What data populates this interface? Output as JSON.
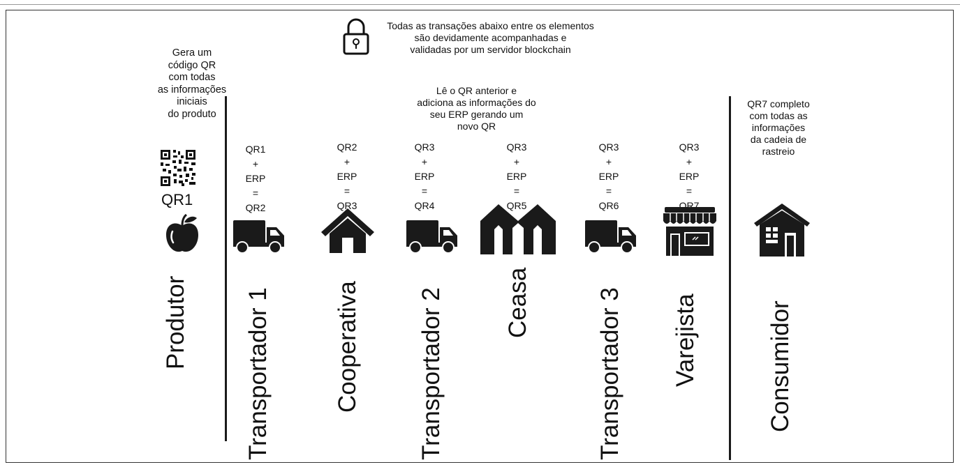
{
  "header_note": {
    "icon": "lock-icon",
    "lines": [
      "Todas as transações abaixo entre os elementos",
      "são devidamente acompanhadas e",
      "validadas por um servidor blockchain"
    ]
  },
  "producer_note": [
    "Gera um",
    "código QR",
    "com todas",
    "as informações",
    "iniciais",
    "do produto"
  ],
  "middle_note": [
    "Lê o QR  anterior e",
    "adiciona as informações do",
    "seu ERP gerando um",
    "novo QR"
  ],
  "consumer_note": [
    "QR7 completo",
    "com todas as",
    "informações",
    "da cadeia de",
    "rastreio"
  ],
  "qr_label": "QR1",
  "actors": [
    {
      "key": "produtor",
      "label": "Produtor",
      "icon": "apple-icon"
    },
    {
      "key": "transportador1",
      "label": "Transportador 1",
      "icon": "truck-icon",
      "formula": [
        "QR1",
        "+",
        "ERP",
        "=",
        "QR2"
      ]
    },
    {
      "key": "cooperativa",
      "label": "Cooperativa",
      "icon": "house-icon",
      "formula": [
        "QR2",
        "+",
        "ERP",
        "=",
        "QR3"
      ]
    },
    {
      "key": "transportador2",
      "label": "Transportador 2",
      "icon": "truck-icon",
      "formula": [
        "QR3",
        "+",
        "ERP",
        "=",
        "QR4"
      ]
    },
    {
      "key": "ceasa",
      "label": "Ceasa",
      "icon": "warehouse-icon",
      "formula": [
        "QR3",
        "+",
        "ERP",
        "=",
        "QR5"
      ]
    },
    {
      "key": "transportador3",
      "label": "Transportador 3",
      "icon": "truck-icon",
      "formula": [
        "QR3",
        "+",
        "ERP",
        "=",
        "QR6"
      ]
    },
    {
      "key": "varejista",
      "label": "Varejista",
      "icon": "store-icon",
      "formula": [
        "QR3",
        "+",
        "ERP",
        "=",
        "QR7"
      ]
    },
    {
      "key": "consumidor",
      "label": "Consumidor",
      "icon": "building-icon"
    }
  ]
}
